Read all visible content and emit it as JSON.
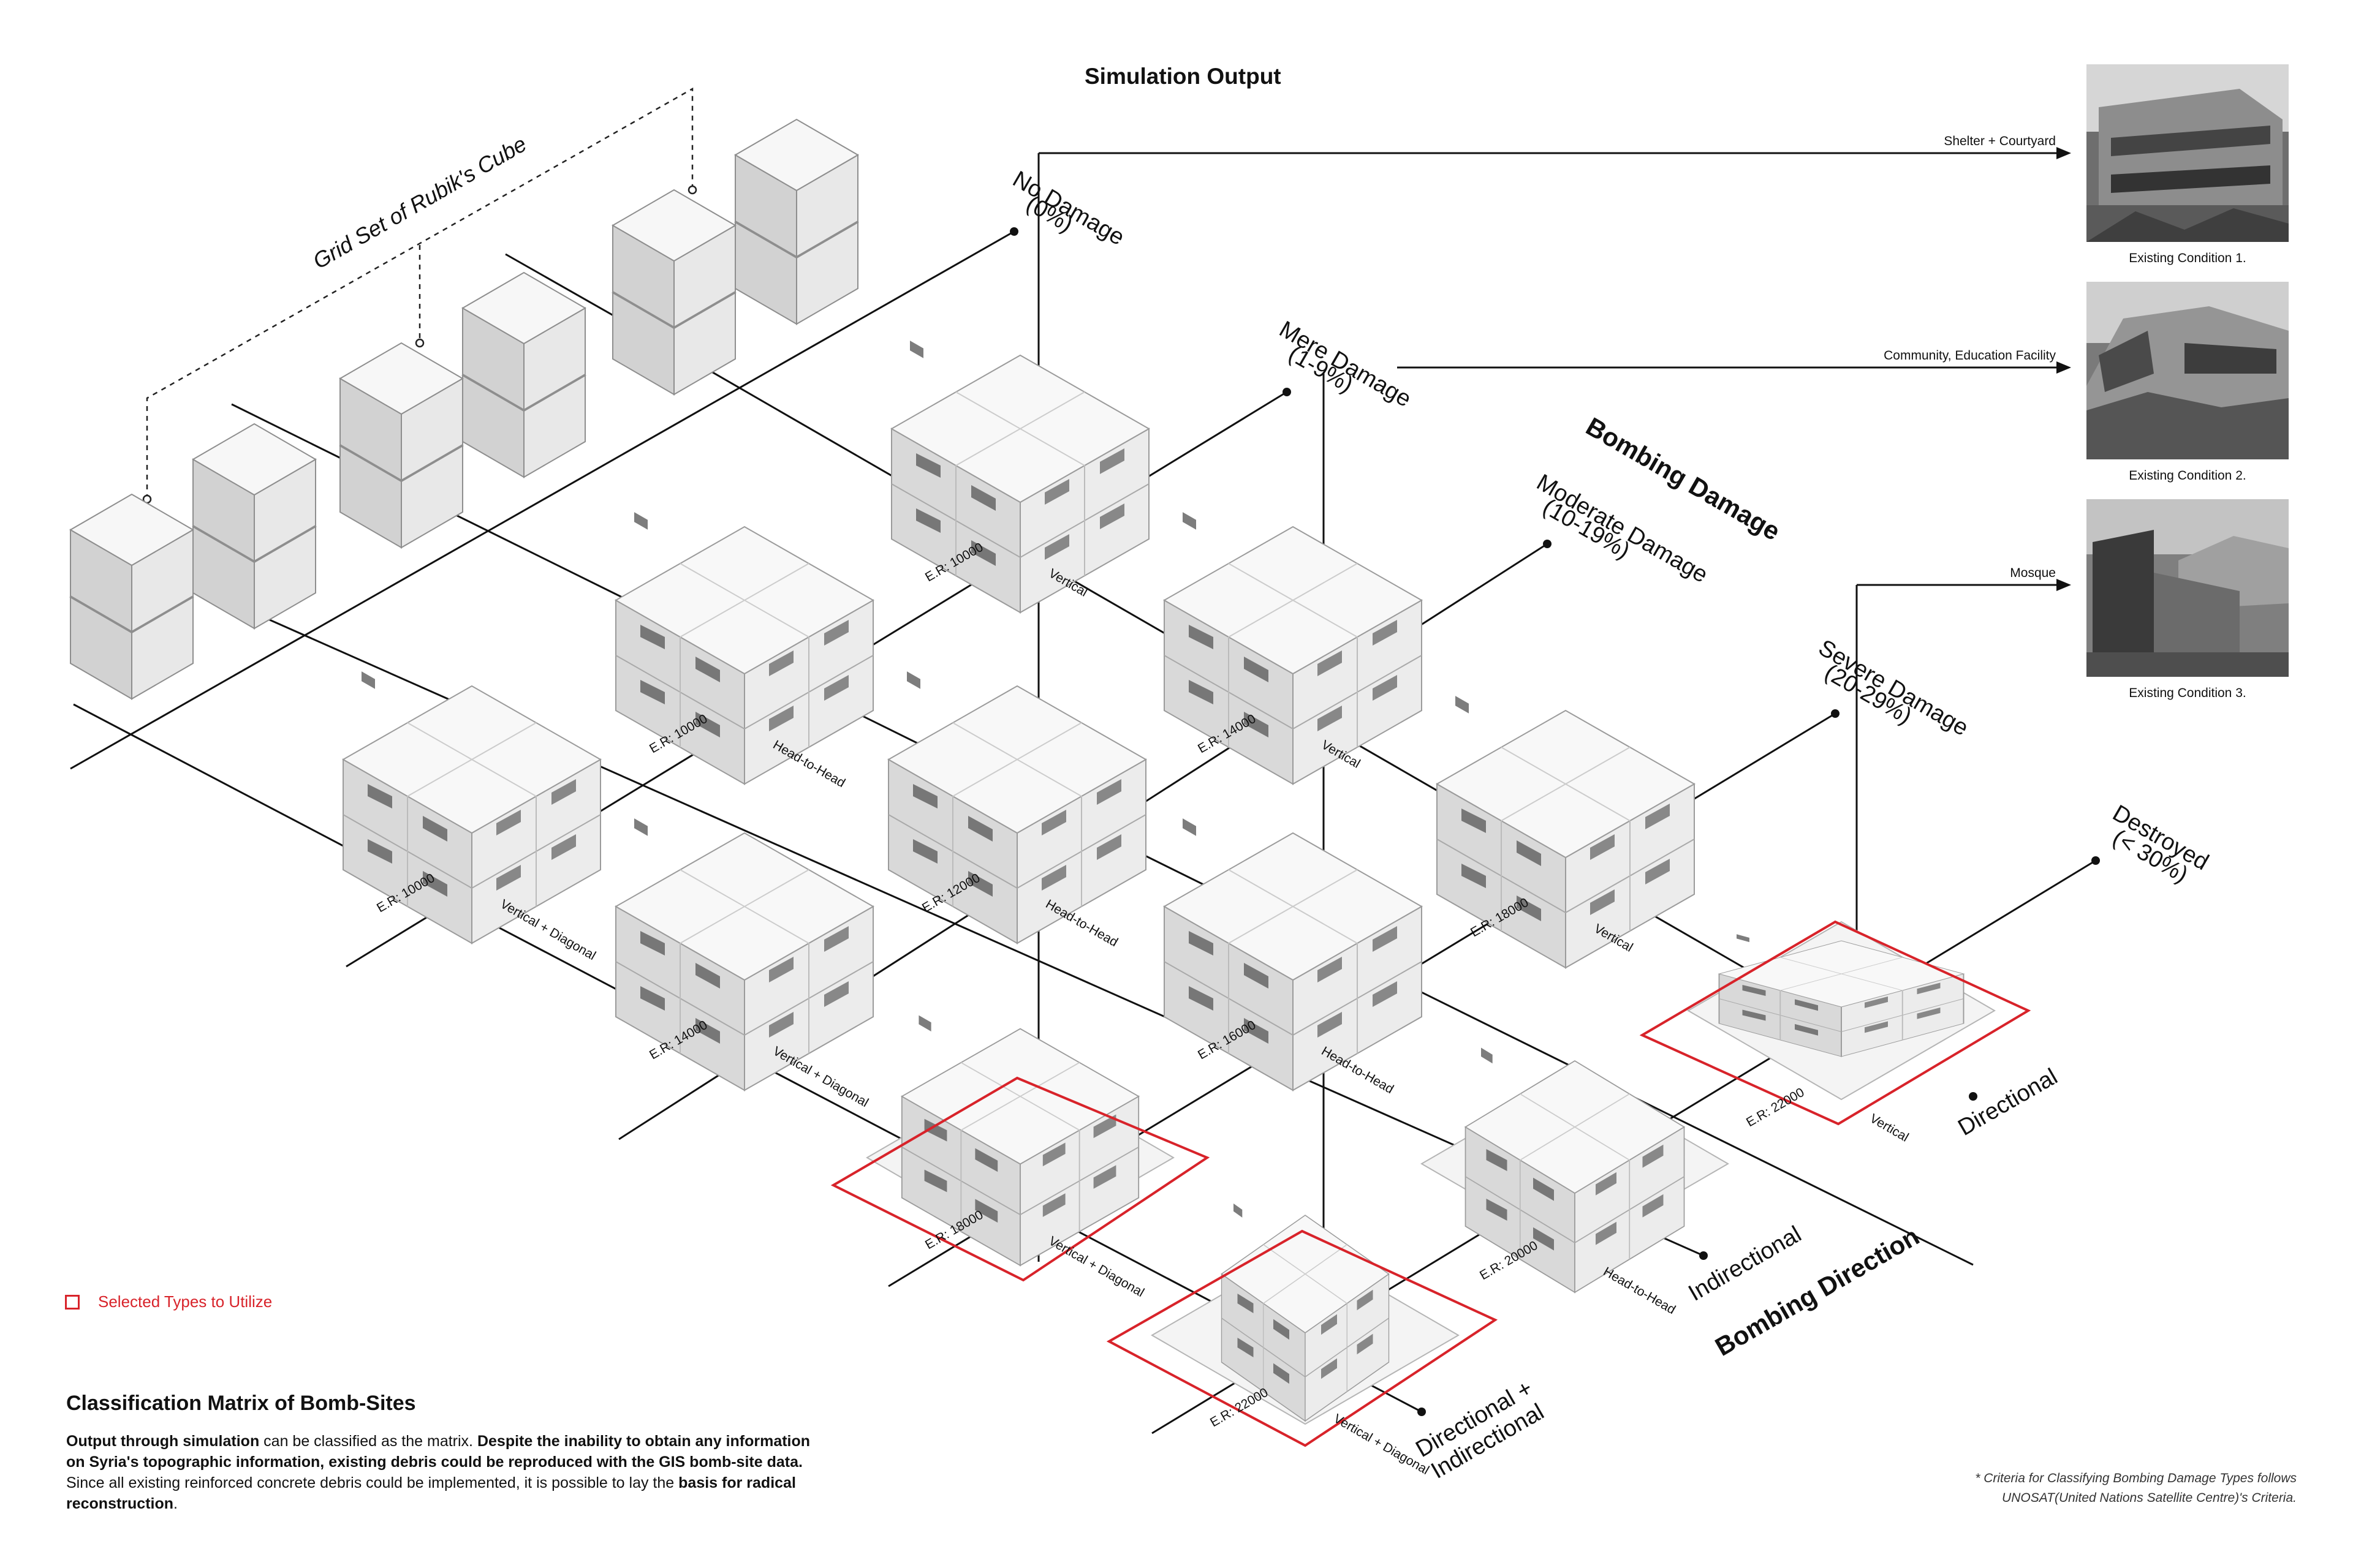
{
  "title": "Simulation Output",
  "grid_label": "Grid Set of Rubik's Cube",
  "bombing_damage_label": "Bombing Damage",
  "bombing_direction_label": "Bombing Direction",
  "damage_levels": [
    {
      "name": "No Damage",
      "range": "(0%)"
    },
    {
      "name": "Mere Damage",
      "range": "(1-9%)"
    },
    {
      "name": "Moderate Damage",
      "range": "(10-19%)"
    },
    {
      "name": "Severe Damage",
      "range": "(20-29%)"
    },
    {
      "name": "Destroyed",
      "range": "(< 30%)"
    }
  ],
  "directions": [
    "Directional",
    "Indirectional",
    "Directional +",
    "Indirectional"
  ],
  "outputs": [
    {
      "label": "Shelter + Courtyard",
      "caption": "Existing Condition 1."
    },
    {
      "label": "Community, Education Facility",
      "caption": "Existing Condition 2."
    },
    {
      "label": "Mosque",
      "caption": "Existing Condition 3."
    }
  ],
  "modules": [
    {
      "er": "E.R: 10000",
      "type": "Vertical"
    },
    {
      "er": "E.R: 10000",
      "type": "Head-to-Head"
    },
    {
      "er": "E.R: 10000",
      "type": "Vertical + Diagonal"
    },
    {
      "er": "E.R: 14000",
      "type": "Vertical"
    },
    {
      "er": "E.R: 12000",
      "type": "Head-to-Head"
    },
    {
      "er": "E.R: 14000",
      "type": "Vertical + Diagonal"
    },
    {
      "er": "E.R: 18000",
      "type": "Vertical"
    },
    {
      "er": "E.R: 16000",
      "type": "Head-to-Head"
    },
    {
      "er": "E.R: 18000",
      "type": "Vertical + Diagonal"
    },
    {
      "er": "E.R: 22000",
      "type": "Vertical"
    },
    {
      "er": "E.R: 20000",
      "type": "Head-to-Head"
    },
    {
      "er": "E.R: 22000",
      "type": "Vertical + Diagonal"
    }
  ],
  "legend": "Selected Types to Utilize",
  "panel": {
    "title": "Classification Matrix of Bomb-Sites",
    "p1_bold": "Output through simulation",
    "p2": " can be classified as the matrix. ",
    "p3_bold": "Despite the inability to obtain any information on Syria's topographic information, existing debris could be reproduced with the GIS bomb-site data.",
    "p4": " Since all existing reinforced concrete debris could be implemented, it is possible to lay the ",
    "p5_bold": "basis for radical reconstruction",
    "p6": "."
  },
  "footnote": {
    "line1": "* Criteria for Classifying Bombing Damage Types follows",
    "line2": "UNOSAT(United Nations Satellite Centre)'s Criteria."
  },
  "colors": {
    "accent_red": "#d8232a",
    "line": "#111111",
    "block": "#ececec"
  }
}
